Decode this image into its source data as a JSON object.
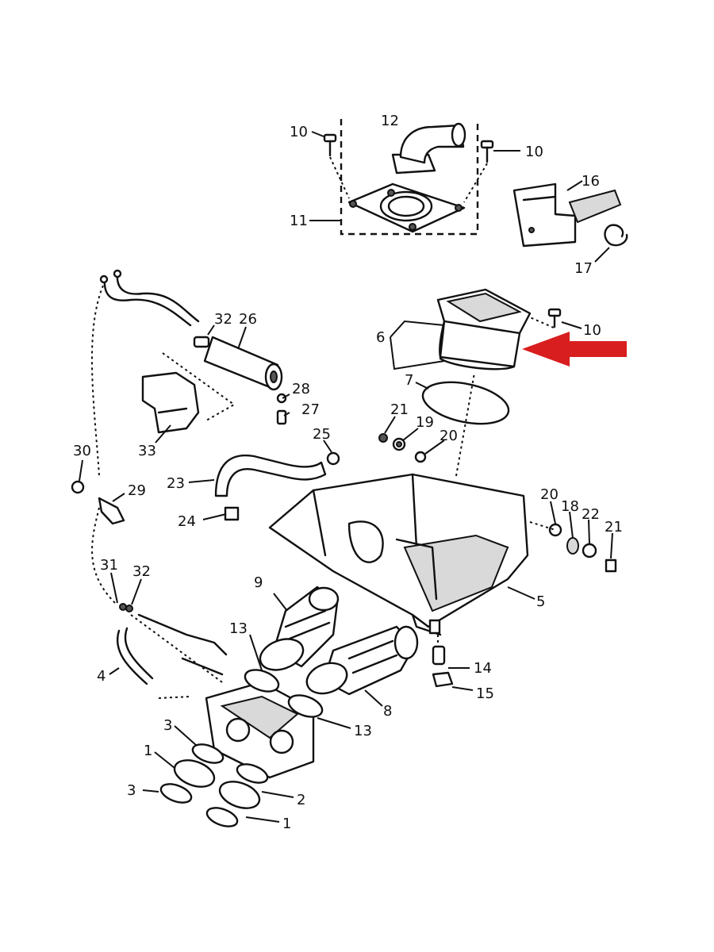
{
  "diagram": {
    "callouts": {
      "c1a": "1",
      "c1b": "1",
      "c2": "2",
      "c3a": "3",
      "c3b": "3",
      "c4": "4",
      "c5": "5",
      "c6": "6",
      "c7": "7",
      "c8": "8",
      "c9": "9",
      "c10a": "10",
      "c10b": "10",
      "c10c": "10",
      "c11": "11",
      "c12": "12",
      "c13a": "13",
      "c13b": "13",
      "c14": "14",
      "c15": "15",
      "c16": "16",
      "c17": "17",
      "c18": "18",
      "c19": "19",
      "c20a": "20",
      "c20b": "20",
      "c21a": "21",
      "c21b": "21",
      "c22": "22",
      "c23": "23",
      "c24": "24",
      "c25": "25",
      "c26": "26",
      "c27": "27",
      "c28": "28",
      "c29": "29",
      "c30": "30",
      "c31": "31",
      "c32a": "32",
      "c32b": "32",
      "c33": "33"
    },
    "highlight_arrow_color": "#d81e1e",
    "highlighted_part": "6"
  }
}
